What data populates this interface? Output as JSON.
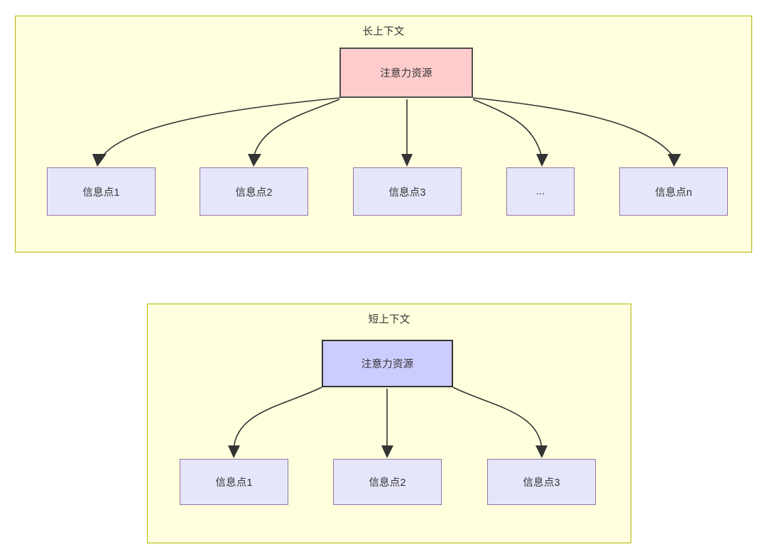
{
  "diagram": {
    "type": "node-edge-diagram",
    "colors": {
      "panel_fill": "#ffffdd",
      "panel_border": "#b5b500",
      "attention_long_fill": "#ffcccc",
      "attention_long_border": "#4d4d4d",
      "attention_short_fill": "#ccccff",
      "attention_short_border": "#333333",
      "info_fill": "#e6e6fa",
      "info_border": "#9673a6",
      "edge_stroke": "#333333",
      "text": "#333333"
    },
    "panels": [
      {
        "id": "long-context",
        "title": "长上下文",
        "root": {
          "label": "注意力资源"
        },
        "children": [
          {
            "label": "信息点1"
          },
          {
            "label": "信息点2"
          },
          {
            "label": "信息点3"
          },
          {
            "label": "..."
          },
          {
            "label": "信息点n"
          }
        ]
      },
      {
        "id": "short-context",
        "title": "短上下文",
        "root": {
          "label": "注意力资源"
        },
        "children": [
          {
            "label": "信息点1"
          },
          {
            "label": "信息点2"
          },
          {
            "label": "信息点3"
          }
        ]
      }
    ]
  }
}
